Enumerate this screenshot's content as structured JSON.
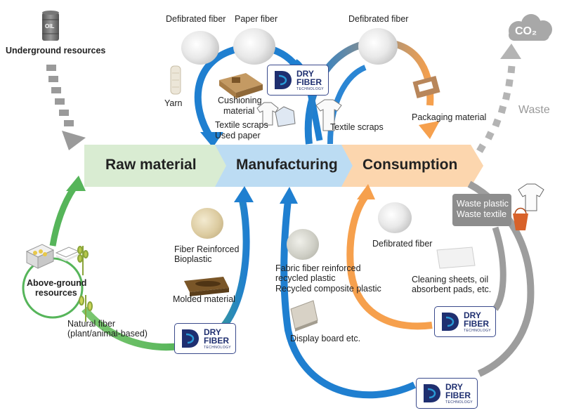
{
  "stages": {
    "raw_material": "Raw material",
    "manufacturing": "Manufacturing",
    "consumption": "Consumption"
  },
  "labels": {
    "underground_resources": "Underground resources",
    "oil": "OIL",
    "co2": "CO₂",
    "waste": "Waste",
    "defibrated_fiber_top_left": "Defibrated fiber",
    "paper_fiber": "Paper fiber",
    "defibrated_fiber_top_right": "Defibrated fiber",
    "yarn": "Yarn",
    "cushioning_material_1": "Cushioning",
    "cushioning_material_2": "material",
    "textile_scraps_used_paper_1": "Textile scraps",
    "textile_scraps_used_paper_2": "Used paper",
    "textile_scraps_right": "Textile scraps",
    "packaging_material": "Packaging material",
    "waste_plastic": "Waste plastic",
    "waste_textile": "Waste textile",
    "fiber_reinforced_bioplastic_1": "Fiber Reinforced",
    "fiber_reinforced_bioplastic_2": "Bioplastic",
    "molded_material": "Molded material",
    "fabric_fiber_1": "Fabric fiber reinforced",
    "fabric_fiber_2": "recycled plastic",
    "recycled_composite_plastic": "Recycled composite plastic",
    "display_board": "Display board etc.",
    "defibrated_fiber_lower": "Defibrated fiber",
    "cleaning_sheets_1": "Cleaning sheets, oil",
    "cleaning_sheets_2": "absorbent pads, etc.",
    "above_ground_1": "Above-ground",
    "above_ground_2": "resources",
    "natural_fiber_1": "Natural fiber",
    "natural_fiber_2": "(plant/animal-based)"
  },
  "logo": {
    "line1": "DRY",
    "line2": "FIBER",
    "tagline": "TECHNOLOGY"
  },
  "colors": {
    "raw_material": "#d9ecd2",
    "manufacturing": "#bcdcf3",
    "consumption": "#fbd9b4",
    "blue_arrow": "#1f7fd0",
    "orange_arrow": "#f6a04d",
    "green_arrow": "#56b55a",
    "gray_arrow": "#a0a0a0"
  }
}
